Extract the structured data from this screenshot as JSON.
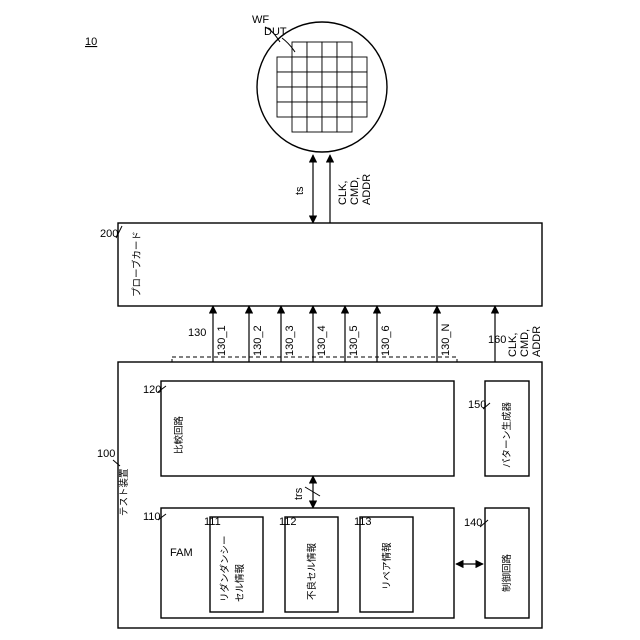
{
  "figure_ref": "10",
  "wafer": {
    "label_wf": "WF",
    "label_dut": "DUT"
  },
  "probe_link": {
    "ts": "ts",
    "sig_line1": "CLK,",
    "sig_line2": "CMD,",
    "sig_line3": "ADDR"
  },
  "probe_card": {
    "ref": "200",
    "name": "プローブカード"
  },
  "channels": {
    "group_ref": "130",
    "labels": [
      "130_1",
      "130_2",
      "130_3",
      "130_4",
      "130_5",
      "130_6",
      "130_N"
    ],
    "ellipsis": "· · ·",
    "pattern_ref": "160",
    "pattern_sig_line1": "CLK,",
    "pattern_sig_line2": "CMD,",
    "pattern_sig_line3": "ADDR"
  },
  "test_device": {
    "ref": "100",
    "name": "テスト装置"
  },
  "comparator": {
    "ref": "120",
    "name": "比較回路"
  },
  "pattern_generator": {
    "ref": "150",
    "name": "パターン生成器"
  },
  "trs": "trs",
  "fam": {
    "ref": "110",
    "name": "FAM",
    "items": [
      {
        "ref": "111",
        "line1": "リダンダンシー",
        "line2": "セル情報"
      },
      {
        "ref": "112",
        "line1": "不良セル情報",
        "line2": ""
      },
      {
        "ref": "113",
        "line1": "リペア情報",
        "line2": ""
      }
    ]
  },
  "controller": {
    "ref": "140",
    "name": "制御回路"
  }
}
